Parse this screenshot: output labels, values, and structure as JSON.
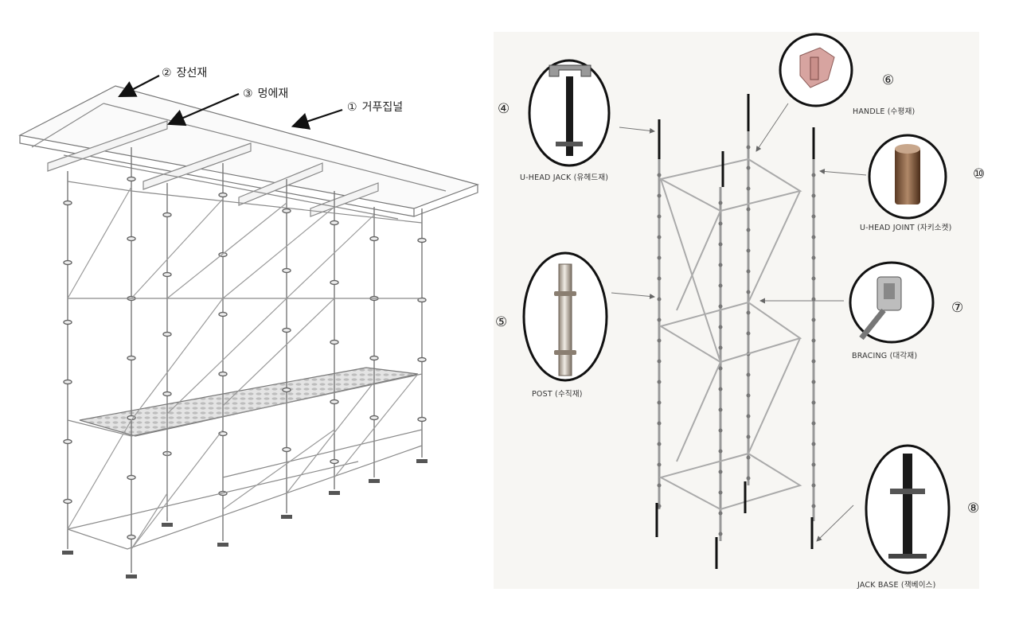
{
  "left_labels": [
    {
      "marker": "②",
      "text": "장선재"
    },
    {
      "marker": "③",
      "text": "멍에재"
    },
    {
      "marker": "①",
      "text": "거푸집널"
    }
  ],
  "components": [
    {
      "number": "④",
      "caption": "U-HEAD JACK (유헤드재)",
      "icon": "u-head-jack-icon"
    },
    {
      "number": "⑤",
      "caption": "POST (수직재)",
      "icon": "post-icon"
    },
    {
      "number": "⑥",
      "caption": "HANDLE (수평재)",
      "icon": "handle-icon"
    },
    {
      "number": "⑩",
      "caption": "U-HEAD JOINT (자키소켓)",
      "icon": "u-head-joint-icon"
    },
    {
      "number": "⑦",
      "caption": "BRACING (대각재)",
      "icon": "bracing-icon"
    },
    {
      "number": "⑧",
      "caption": "JACK BASE (잭베이스)",
      "icon": "jack-base-icon"
    }
  ],
  "colors": {
    "line": "#5a5a5a",
    "light": "#9a9a9a",
    "dark": "#1a1a1a",
    "panel_bg": "#f7f6f3"
  }
}
